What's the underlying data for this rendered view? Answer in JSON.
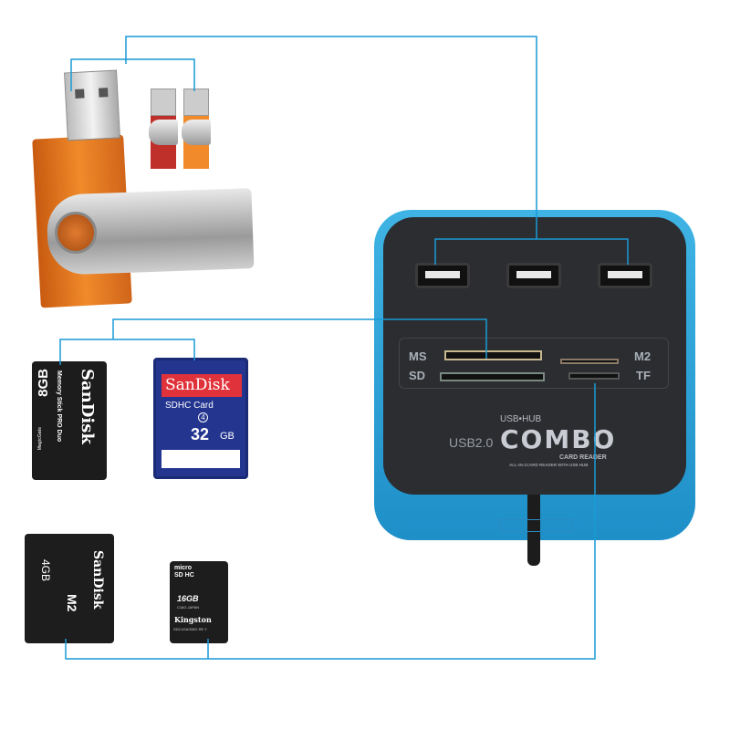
{
  "hub": {
    "slot_labels": {
      "ms": "MS",
      "sd": "SD",
      "m2": "M2",
      "tf": "TF"
    },
    "usb_version": "USB2.0",
    "usb_hub": "USB•HUB",
    "brand": "COMBO",
    "subtitle": "CARD READER",
    "tagline": "ALL-IN-1CARD READER WITH USB HUB",
    "body_color": "#2fa5dc"
  },
  "cards": {
    "ms": {
      "capacity": "8GB",
      "brand": "SanDisk",
      "type": "Memory Stick PRO Duo",
      "logo": "MagicGate"
    },
    "sd": {
      "brand": "SanDisk",
      "type": "SDHC Card",
      "capacity": "32",
      "unit": "GB",
      "class": "4"
    },
    "m2": {
      "capacity": "4GB",
      "brand": "SanDisk",
      "type": "M2"
    },
    "microsd": {
      "logo": "micro SD HC",
      "capacity": "16GB",
      "origin": "C16G JAPAN",
      "brand": "Kingston",
      "model": "SDC4/16GB02 RE Y"
    }
  },
  "colors": {
    "line": "#1a9ad6",
    "drive_orange": "#f08a2a",
    "drive_red": "#c0302a"
  }
}
